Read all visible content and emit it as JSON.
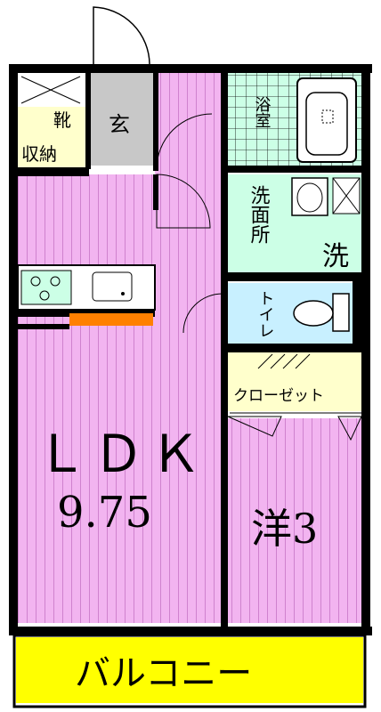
{
  "rooms": {
    "ldk": {
      "label": "ＬＤＫ",
      "size": "9.75"
    },
    "western": {
      "label": "洋3"
    },
    "balcony": {
      "label": "バルコニー"
    },
    "entrance": {
      "label": "玄"
    },
    "shoe_storage": {
      "label_top": "靴",
      "label_bottom": "収納"
    },
    "bath": {
      "label": "浴室"
    },
    "washroom": {
      "label": "洗面所"
    },
    "washer": {
      "label": "洗"
    },
    "toilet": {
      "label": "トイレ"
    },
    "closet": {
      "label": "クローゼット"
    }
  },
  "colors": {
    "floor": "#f2b4f0",
    "floor_lines": "#b860b8",
    "wet_area": "#ccffe6",
    "toilet": "#c8f0ff",
    "closet": "#ffffcc",
    "balcony": "#ffff00",
    "entrance": "#c8c8c8",
    "wall": "#000000",
    "fridge_marker": "#ff8000"
  }
}
